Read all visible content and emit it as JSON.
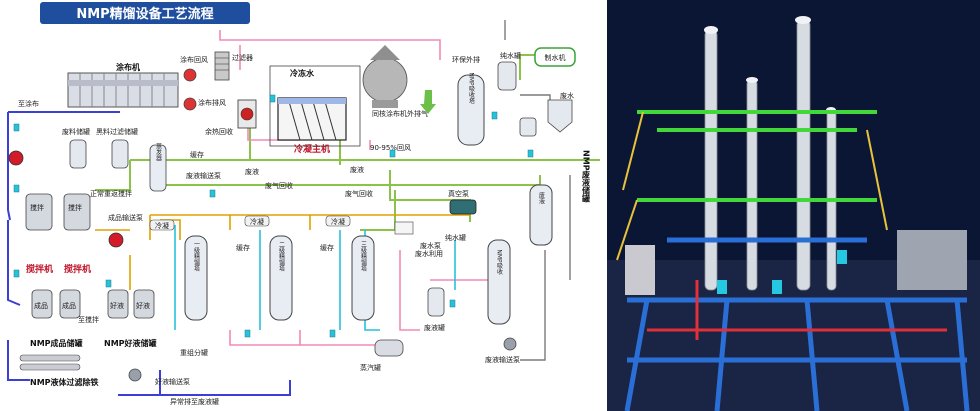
{
  "title": "NMP精馏设备工艺流程",
  "labels": {
    "coater": "涂布机",
    "coater_return_air": "涂布回风",
    "filter": "过滤器",
    "coater_exhaust": "涂布排风",
    "heat_recovery": "余热回收",
    "chilled_water": "冷冻水",
    "condenser_host": "冷凝主机",
    "same_coater_exhaust": "同核涂布机外排气",
    "return_air_pct": "90-95%回风",
    "env_exhaust": "环保外排",
    "pure_water_tank": "纯水罐",
    "pure_water_machine": "制水机",
    "waste_water": "废水",
    "to_coater": "至涂布",
    "waste_tank": "废料储罐",
    "black_filter_tank": "黑料过滤储罐",
    "buffer": "缓存",
    "waste_liquid_pump": "废液输送泵",
    "waste_liquid": "废液",
    "waste_gas_recovery": "废气回收",
    "vacuum_pump": "真空泵",
    "normal_cut_stir": "正常重返搅拌",
    "product_pump": "成品输送泵",
    "stir_a": "搅拌",
    "stir_b": "搅拌",
    "mixer_a": "搅拌机",
    "mixer_b": "搅拌机",
    "condenser_1": "冷凝",
    "condenser_2": "冷凝",
    "condenser_3": "冷凝",
    "buffer_2": "缓存",
    "buffer_3": "缓存",
    "waste_water_reuse": "废水利用",
    "pure_water_tank_2": "纯水罐",
    "pump_label": "废水泵",
    "product_a": "成品",
    "product_b": "成品",
    "good_a": "好液",
    "good_b": "好液",
    "to_stir": "至搅拌",
    "nmp_product_tank": "NMP成品储罐",
    "nmp_good_tank": "NMP好液储罐",
    "nmp_filter_iron": "NMP液体过滤除铁",
    "good_pump": "好液输送泵",
    "abnormal_drain": "异常排至废液罐",
    "heavy_tank": "重组分罐",
    "steam_tank": "蒸汽罐",
    "waste_tank_2": "废液罐",
    "waste_pump": "废液输送泵",
    "waste_small": "废液",
    "recovery_label": "废气回收"
  },
  "vertical_labels": {
    "nmp_absorb_tower": "NMP吸收塔",
    "nmp_waste_tank": "NMP废液储罐",
    "tower_1": "一级精馏塔",
    "tower_2": "二级精馏塔",
    "tower_3": "三级精馏塔",
    "nmp_absorb_2": "NMP吸收",
    "waste_tank_v": "废液",
    "evaporator": "蒸发器"
  },
  "colors": {
    "title_bg": "#1f4e9e",
    "pipe_blue": "#3b3fd6",
    "pipe_green": "#8bc34a",
    "pipe_pink": "#f08bb5",
    "pipe_orange": "#e0a000",
    "pipe_cyan": "#27c1d8",
    "pipe_gray": "#7a7a7a",
    "red_pump": "#d21c2a",
    "render_bg": "#0b1635",
    "steel_blue": "#2a6fd6",
    "steel_green": "#42d83b"
  }
}
